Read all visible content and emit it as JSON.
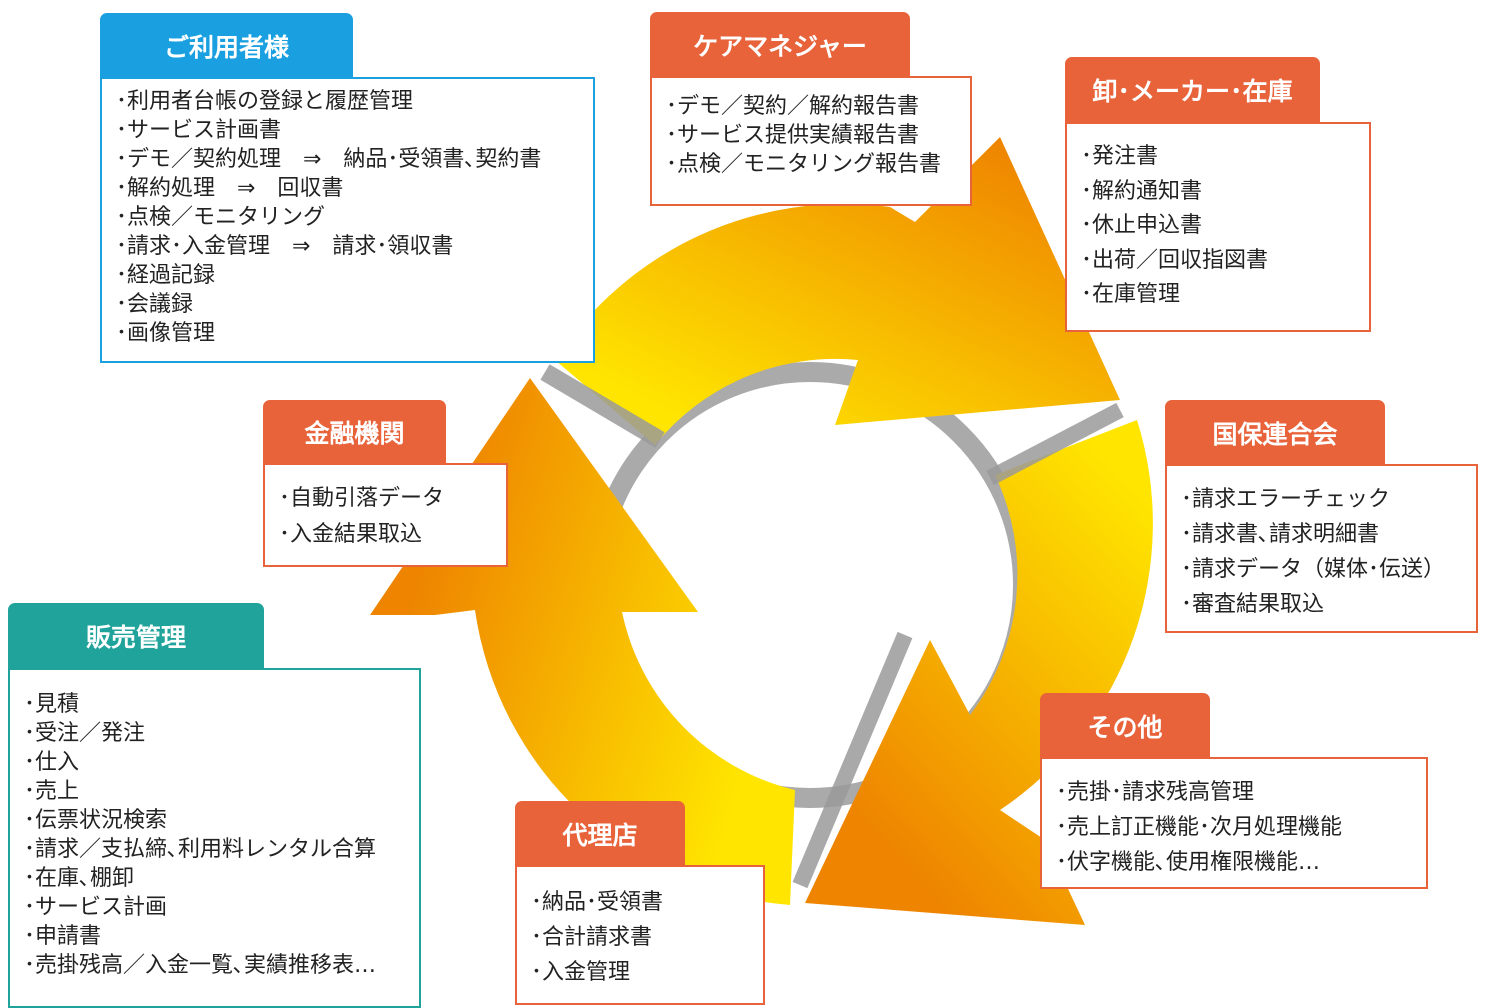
{
  "colors": {
    "orange": "#e8623a",
    "blue": "#1aa0e0",
    "teal": "#1fa39a",
    "arrow_light": "#ffe500",
    "arrow_dark": "#ee8400",
    "inner_ring": "#aaaaaa"
  },
  "users": {
    "title": "ご利用者様",
    "items": [
      "･利用者台帳の登録と履歴管理",
      "･サービス計画書",
      "･デモ／契約処理　⇒　納品･受領書､契約書",
      "･解約処理　⇒　回収書",
      "･点検／モニタリング",
      "･請求･入金管理　⇒　請求･領収書",
      "･経過記録",
      "･会議録",
      "･画像管理"
    ]
  },
  "care_manager": {
    "title": "ケアマネジャー",
    "items": [
      "･デモ／契約／解約報告書",
      "･サービス提供実績報告書",
      "･点検／モニタリング報告書"
    ]
  },
  "wholesale": {
    "title": "卸･メーカー･在庫",
    "items": [
      "･発注書",
      "･解約通知書",
      "･休止申込書",
      "･出荷／回収指図書",
      "･在庫管理"
    ]
  },
  "kokuho": {
    "title": "国保連合会",
    "items": [
      "･請求エラーチェック",
      "･請求書､請求明細書",
      "･請求データ（媒体･伝送）",
      "･審査結果取込"
    ]
  },
  "others": {
    "title": "その他",
    "items": [
      "･売掛･請求残高管理",
      "･売上訂正機能･次月処理機能",
      "･伏字機能､使用権限機能…"
    ]
  },
  "agency": {
    "title": "代理店",
    "items": [
      "･納品･受領書",
      "･合計請求書",
      "･入金管理"
    ]
  },
  "finance": {
    "title": "金融機関",
    "items": [
      "･自動引落データ",
      "･入金結果取込"
    ]
  },
  "sales": {
    "title": "販売管理",
    "items": [
      "･見積",
      "･受注／発注",
      "･仕入",
      "･売上",
      "･伝票状況検索",
      "･請求／支払締､利用料レンタル合算",
      "･在庫､棚卸",
      "･サービス計画",
      "･申請書",
      "･売掛残高／入金一覧､実績推移表…"
    ]
  }
}
